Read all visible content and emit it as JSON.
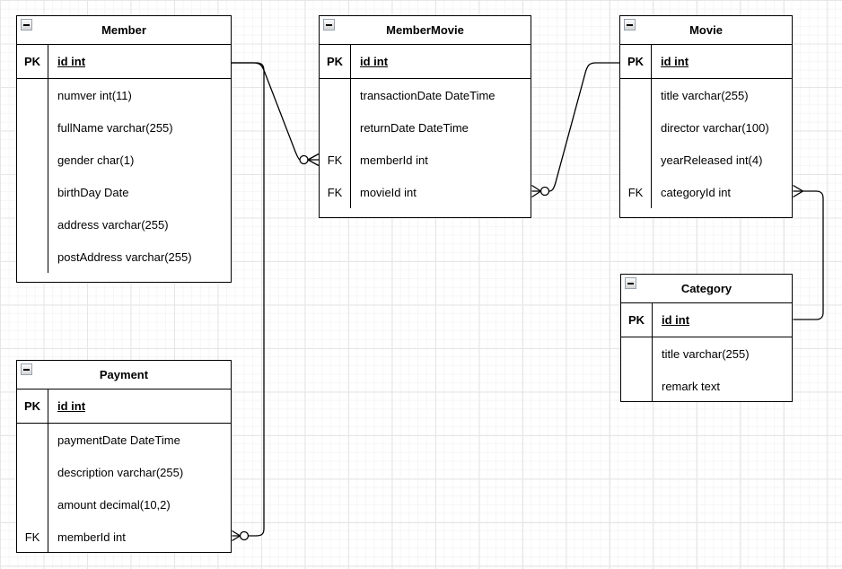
{
  "canvas": {
    "background": "#ffffff",
    "grid_minor_color": "#f7f5f5",
    "grid_major_color": "#e6e6e6",
    "line_color": "#000000",
    "collapse_icon": "minus-icon"
  },
  "tables": [
    {
      "title": "Member",
      "pk_row": {
        "key": "PK",
        "field": "id int"
      },
      "rows": [
        {
          "key": "",
          "field": "numver int(11)"
        },
        {
          "key": "",
          "field": "fullName varchar(255)"
        },
        {
          "key": "",
          "field": "gender char(1)"
        },
        {
          "key": "",
          "field": "birthDay Date"
        },
        {
          "key": "",
          "field": "address varchar(255)"
        },
        {
          "key": "",
          "field": "postAddress varchar(255)"
        }
      ]
    },
    {
      "title": "MemberMovie",
      "pk_row": {
        "key": "PK",
        "field": "id int"
      },
      "rows": [
        {
          "key": "",
          "field": "transactionDate DateTime"
        },
        {
          "key": "",
          "field": "returnDate DateTime"
        },
        {
          "key": "FK",
          "field": "memberId int"
        },
        {
          "key": "FK",
          "field": "movieId int"
        }
      ]
    },
    {
      "title": "Movie",
      "pk_row": {
        "key": "PK",
        "field": "id int"
      },
      "rows": [
        {
          "key": "",
          "field": "title varchar(255)"
        },
        {
          "key": "",
          "field": "director varchar(100)"
        },
        {
          "key": "",
          "field": "yearReleased int(4)"
        },
        {
          "key": "FK",
          "field": "categoryId int"
        }
      ]
    },
    {
      "title": "Category",
      "pk_row": {
        "key": "PK",
        "field": "id int"
      },
      "rows": [
        {
          "key": "",
          "field": "title varchar(255)"
        },
        {
          "key": "",
          "field": "remark text"
        }
      ]
    },
    {
      "title": "Payment",
      "pk_row": {
        "key": "PK",
        "field": "id int"
      },
      "rows": [
        {
          "key": "",
          "field": "paymentDate DateTime"
        },
        {
          "key": "",
          "field": "description varchar(255)"
        },
        {
          "key": "",
          "field": "amount decimal(10,2)"
        },
        {
          "key": "FK",
          "field": "memberId int"
        }
      ]
    }
  ],
  "relations": [
    {
      "id": "member-membermovie",
      "from_table": "Member",
      "from_field": "id",
      "to_table": "MemberMovie",
      "to_field": "memberId",
      "from_cardinality": "one",
      "to_cardinality": "zero-or-many"
    },
    {
      "id": "member-payment",
      "from_table": "Member",
      "from_field": "id",
      "to_table": "Payment",
      "to_field": "memberId",
      "from_cardinality": "one",
      "to_cardinality": "zero-or-many"
    },
    {
      "id": "movie-membermovie",
      "from_table": "Movie",
      "from_field": "id",
      "to_table": "MemberMovie",
      "to_field": "movieId",
      "from_cardinality": "one",
      "to_cardinality": "zero-or-many"
    },
    {
      "id": "category-movie",
      "from_table": "Category",
      "from_field": "id",
      "to_table": "Movie",
      "to_field": "categoryId",
      "from_cardinality": "one",
      "to_cardinality": "many"
    }
  ]
}
